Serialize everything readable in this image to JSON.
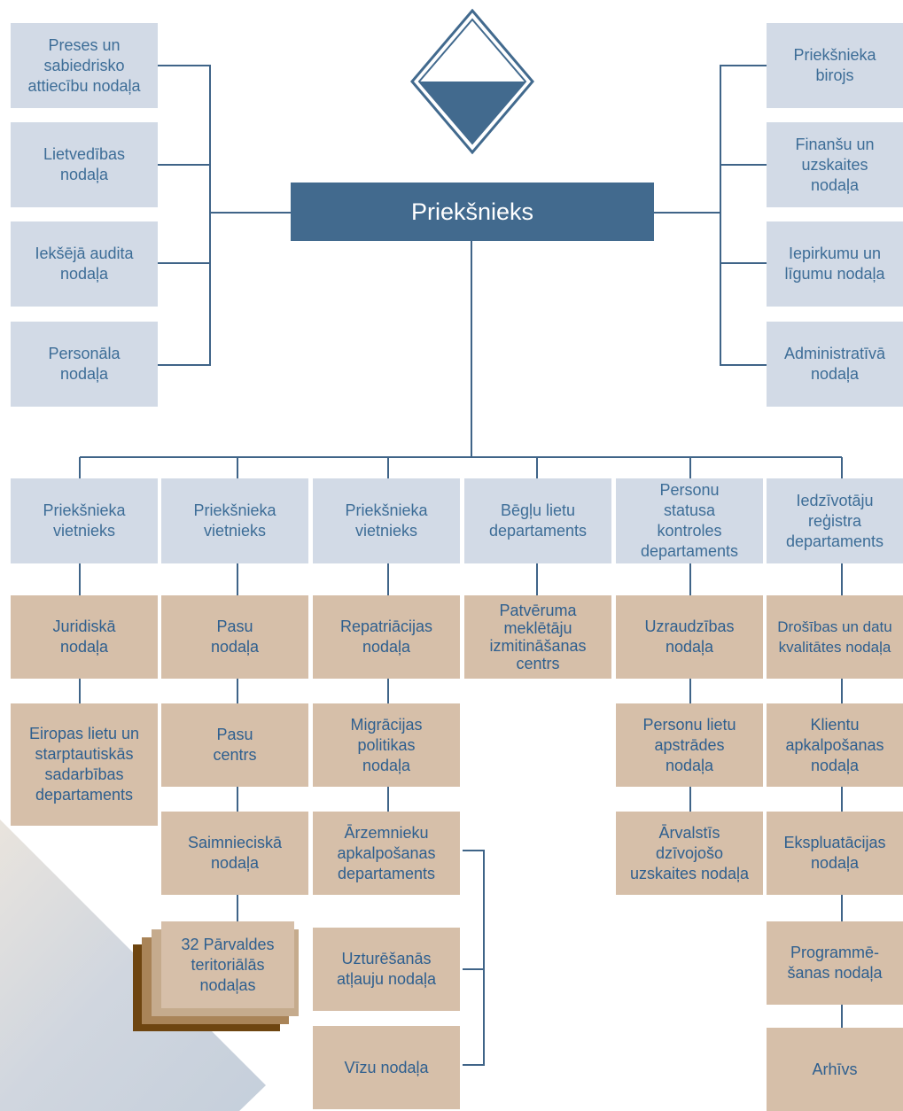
{
  "colors": {
    "chief_bg": "#426a8e",
    "staff_bg": "#d2dae6",
    "division_bg": "#d6bfa9",
    "text": "#3d6d97",
    "connector": "#3f6488"
  },
  "icons": {
    "logo": "diamond-logo-icon"
  },
  "chief": "Priekšnieks",
  "left_units": [
    "Preses un\nsabiedrisko\nattiecību nodaļa",
    "Lietvedības\nnodaļa",
    "Iekšējā audita\nnodaļa",
    "Personāla\nnodaļa"
  ],
  "right_units": [
    "Priekšnieka\nbirojs",
    "Finanšu un\nuzskaites\nnodaļa",
    "Iepirkumu un\nlīgumu nodaļa",
    "Administratīvā\nnodaļa"
  ],
  "columns": [
    {
      "head": "Priekšnieka\nvietnieks",
      "units": [
        "Juridiskā\nnodaļa",
        "Eiropas lietu un\nstarptautiskās\nsadarbības\ndepartaments"
      ]
    },
    {
      "head": "Priekšnieka\nvietnieks",
      "units": [
        "Pasu\nnodaļa",
        "Pasu\ncentrs",
        "Saimnieciskā\nnodaļa",
        "32 Pārvaldes\nteritoriālās\nnodaļas"
      ]
    },
    {
      "head": "Priekšnieka\nvietnieks",
      "units": [
        "Repatriācijas\nnodaļa",
        "Migrācijas\npolitikas\nnodaļa",
        "Ārzemnieku\napkalpošanas\ndepartaments",
        "Uzturēšanās\natļauju nodaļa",
        "Vīzu nodaļa"
      ]
    },
    {
      "head": "Bēgļu lietu\ndepartaments",
      "units": [
        "Patvēruma\nmeklētāju\nizmitināšanas\ncentrs"
      ]
    },
    {
      "head": "Personu\nstatusa\nkontroles\ndepartaments",
      "units": [
        "Uzraudzības\nnodaļa",
        "Personu lietu\napstrādes\nnodaļa",
        "Ārvalstīs\ndzīvojošo\nuzskaites nodaļa"
      ]
    },
    {
      "head": "Iedzīvotāju\nreģistra\ndepartaments",
      "units": [
        "Drošības un datu\nkvalitātes nodaļa",
        "Klientu\napkalpošanas\nnodaļa",
        "Ekspluatācijas\nnodaļa",
        "Programmē-\nšanas nodaļa",
        "Arhīvs"
      ]
    }
  ]
}
